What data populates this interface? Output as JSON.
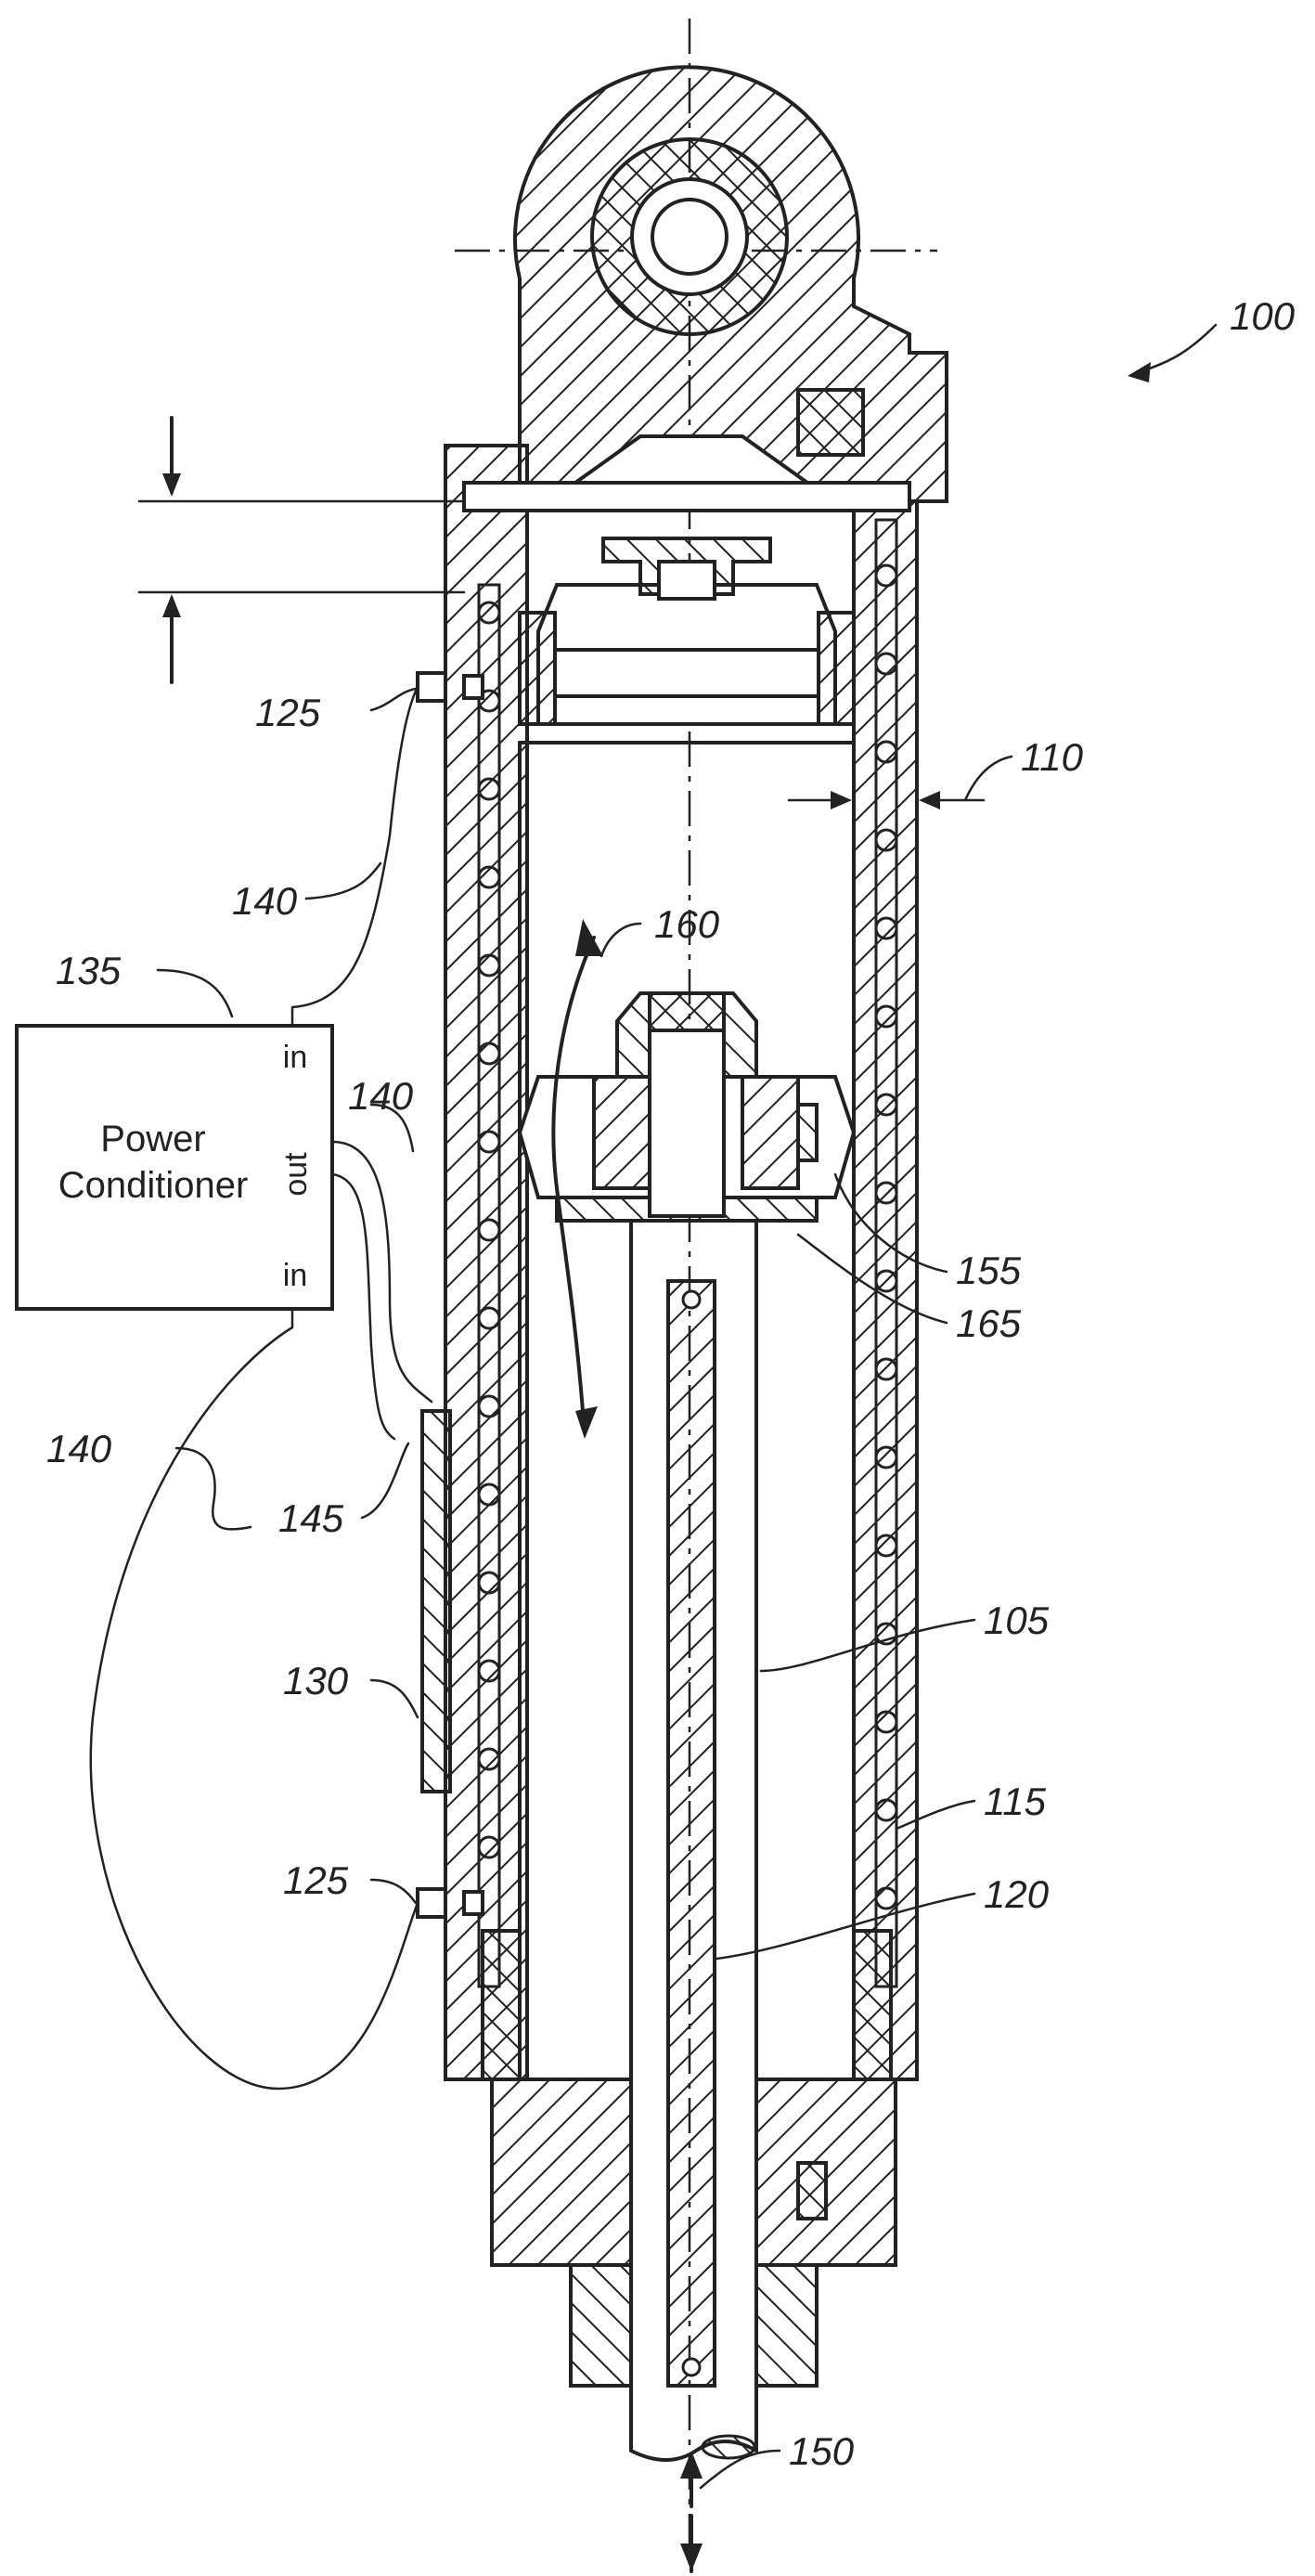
{
  "figure": {
    "labels": {
      "l100": "100",
      "l110": "110",
      "l125_top": "125",
      "l125_bottom": "125",
      "l140_a": "140",
      "l140_b": "140",
      "l140_c": "140",
      "l135": "135",
      "l160": "160",
      "l155": "155",
      "l165": "165",
      "l145": "145",
      "l130": "130",
      "l105": "105",
      "l115": "115",
      "l120": "120",
      "l150": "150"
    },
    "power_conditioner": {
      "title_line1": "Power",
      "title_line2": "Conditioner",
      "port_in_top": "in",
      "port_out": "out",
      "port_in_bottom": "in"
    }
  }
}
